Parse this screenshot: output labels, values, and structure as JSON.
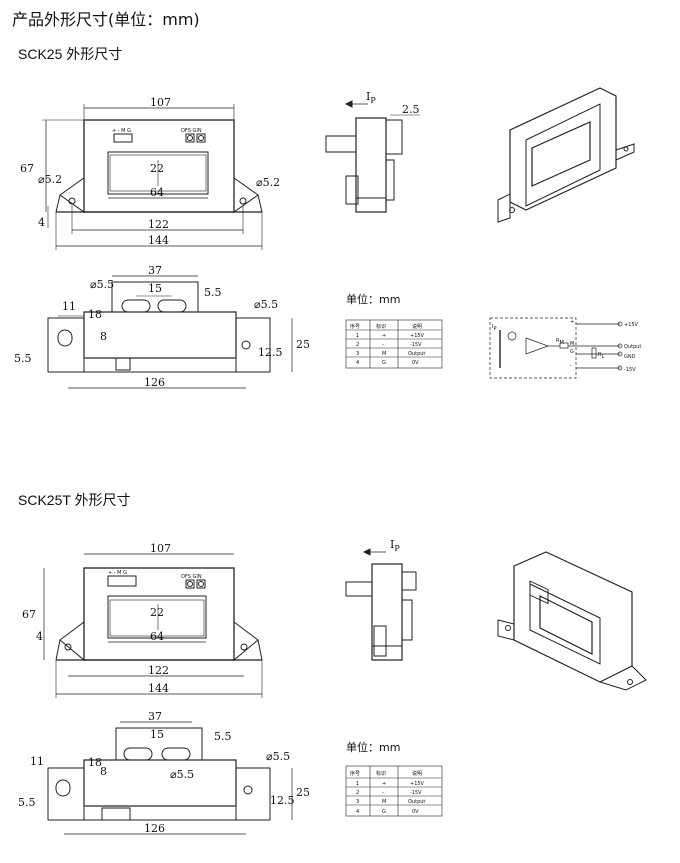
{
  "page_title": "产品外形尺寸(单位：mm)",
  "sections": [
    {
      "title": "SCK25 外形尺寸",
      "front": {
        "w107": "107",
        "h67": "67",
        "d52a": "⌀5.2",
        "d52b": "⌀5.2",
        "w22": "22",
        "w64": "64",
        "w122": "122",
        "w144": "144",
        "h4": "4",
        "pins": "+ - M G",
        "ofs": "OFS GIN"
      },
      "side": {
        "ip": "I",
        "ip_sub": "P",
        "d25": "2.5"
      },
      "bottom": {
        "w37": "37",
        "d55a": "⌀5.5",
        "w15": "15",
        "d55b": "5.5",
        "d55c": "⌀5.5",
        "w11": "11",
        "h18": "18",
        "h8": "8",
        "h55": "5.5",
        "h125": "12.5",
        "h25": "25",
        "w126": "126"
      },
      "unit_label": "单位：mm",
      "pin_table": {
        "headers": [
          "序号",
          "标识",
          "说明"
        ],
        "rows": [
          [
            "1",
            "+",
            "+15V"
          ],
          [
            "2",
            "-",
            "-15V"
          ],
          [
            "3",
            "M",
            "Output"
          ],
          [
            "4",
            "G",
            "0V"
          ]
        ]
      },
      "circuit": {
        "ip": "I",
        "ip_sub": "P",
        "rm": "R",
        "rm_sub": "M",
        "rl": "R",
        "rl_sub": "L",
        "v_pos": "+15V",
        "output": "Output",
        "gnd": "GND",
        "v_neg": "-15V",
        "plus": "+",
        "minus": "-",
        "m": "M",
        "g": "G"
      }
    },
    {
      "title": "SCK25T 外形尺寸",
      "front": {
        "w107": "107",
        "h67": "67",
        "w22": "22",
        "w64": "64",
        "w122": "122",
        "w144": "144",
        "h4": "4",
        "pins": "+ - M G",
        "ofs": "OFS GIN"
      },
      "side": {
        "ip": "I",
        "ip_sub": "P"
      },
      "bottom": {
        "w37": "37",
        "w15": "15",
        "d55a": "⌀5.5",
        "d55b": "5.5",
        "d55c": "⌀5.5",
        "w11": "11",
        "h18": "18",
        "h8": "8",
        "h55": "5.5",
        "h125": "12.5",
        "h25": "25",
        "w126": "126"
      },
      "unit_label": "单位：mm",
      "pin_table": {
        "headers": [
          "序号",
          "标识",
          "说明"
        ],
        "rows": [
          [
            "1",
            "+",
            "+15V"
          ],
          [
            "2",
            "-",
            "-15V"
          ],
          [
            "3",
            "M",
            "Output"
          ],
          [
            "4",
            "G",
            "0V"
          ]
        ]
      }
    }
  ]
}
